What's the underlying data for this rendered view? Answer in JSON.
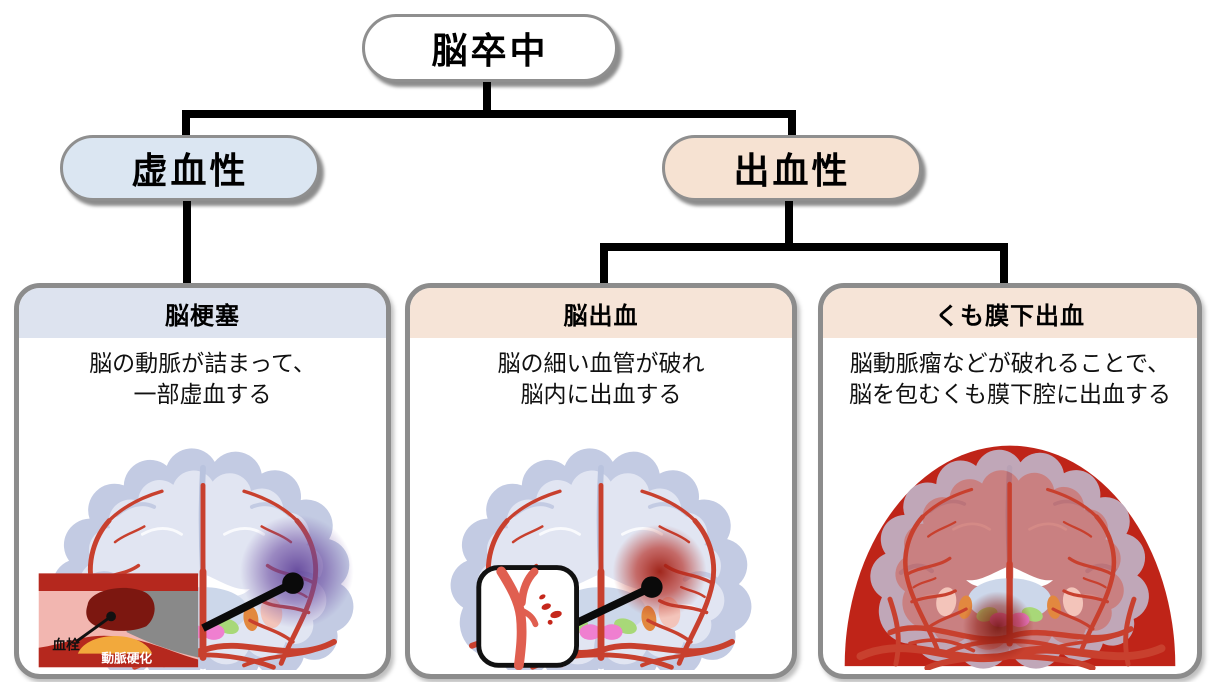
{
  "diagram": {
    "root": {
      "label": "脳卒中"
    },
    "branches": [
      {
        "id": "ischemic",
        "label": "虚血性"
      },
      {
        "id": "hemorrhagic",
        "label": "出血性"
      }
    ],
    "cards": [
      {
        "title": "脳梗塞",
        "desc_line1": "脳の動脈が詰まって、",
        "desc_line2": "一部虚血する",
        "inset": {
          "thrombus_label": "血栓",
          "plaque_label": "動脈硬化"
        }
      },
      {
        "title": "脳出血",
        "desc_line1": "脳の細い血管が破れ",
        "desc_line2": "脳内に出血する"
      },
      {
        "title": "くも膜下出血",
        "desc_line1": "脳動脈瘤などが破れることで、",
        "desc_line2": "脳を包むくも膜下腔に出血する"
      }
    ],
    "colors": {
      "root_pill_fill": "#ffffff",
      "ischemic_pill_fill": "#dbe6f2",
      "hemorrhagic_pill_fill": "#f6e2d2",
      "card_header_blue": "#dde3ef",
      "card_header_peach": "#f6e4d7",
      "connector_black": "#000000",
      "border_gray": "#8c8c8c",
      "artery_red": "#c8402e",
      "blood_red": "#bf2418",
      "thrombus_dark_red": "#7c1710",
      "plaque_orange": "#f2a93c",
      "infarct_purple": "#5b3d96",
      "brain_cortex": "#c3cbe3",
      "brain_inner": "#e1e5f2"
    }
  }
}
